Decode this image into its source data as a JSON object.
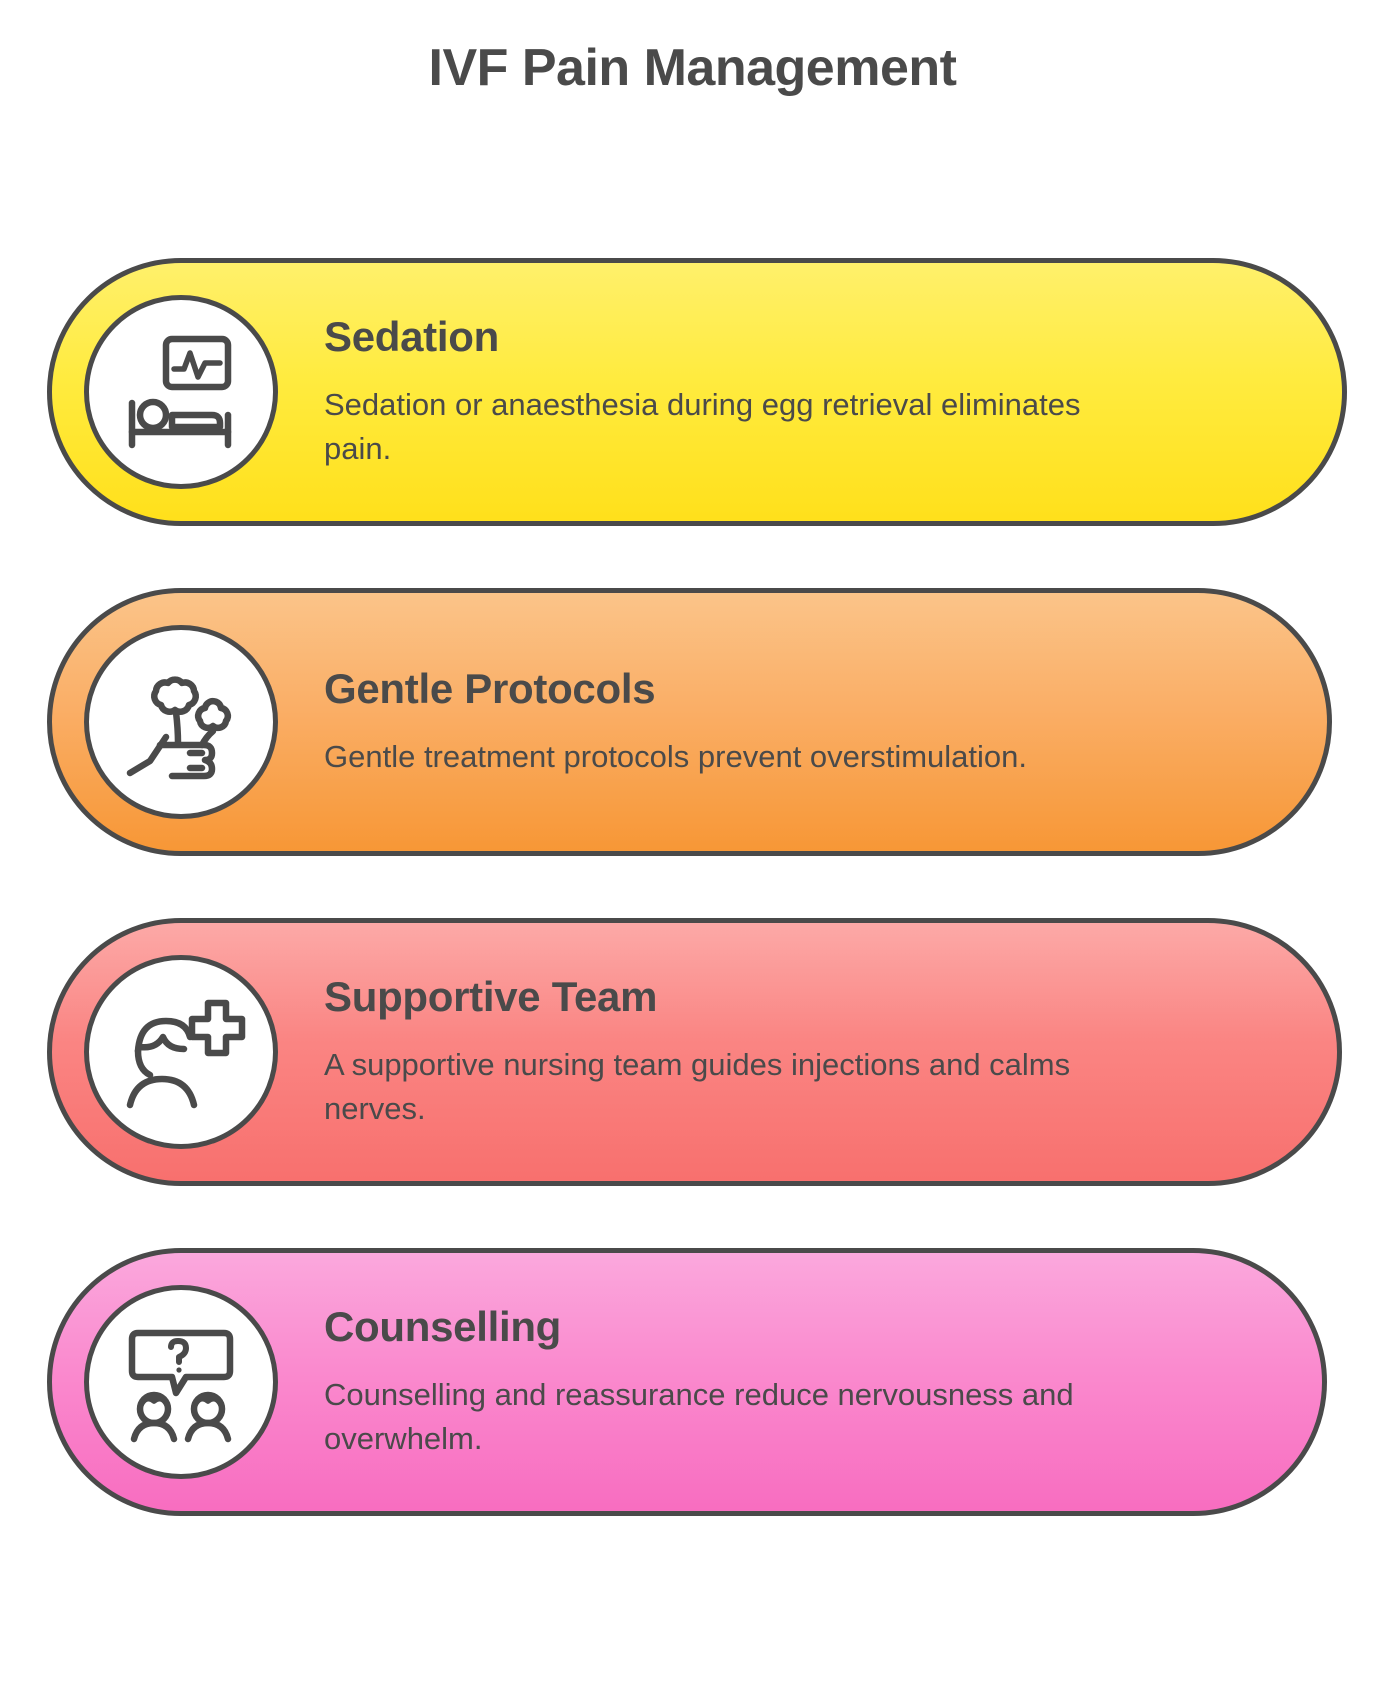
{
  "header": {
    "title": "IVF Pain Management"
  },
  "colors": {
    "text": "#4a4a4a",
    "outline": "#4a4a4a",
    "background": "#ffffff",
    "card_1_accent": "#FFE01B",
    "card_2_accent": "#F79736",
    "card_3_accent": "#F8706E",
    "card_4_accent": "#F86DC0"
  },
  "cards": [
    {
      "icon": "hospital-bed-monitor-icon",
      "title": "Sedation",
      "body": "Sedation or anaesthesia during egg retrieval eliminates pain."
    },
    {
      "icon": "hand-holding-flowers-icon",
      "title": "Gentle Protocols",
      "body": "Gentle treatment protocols prevent overstimulation."
    },
    {
      "icon": "nurse-medical-cross-icon",
      "title": "Supportive Team",
      "body": "A supportive nursing team guides injections and calms nerves."
    },
    {
      "icon": "question-speech-bubble-people-icon",
      "title": "Counselling",
      "body": "Counselling and reassurance reduce nervousness and overwhelm."
    }
  ]
}
